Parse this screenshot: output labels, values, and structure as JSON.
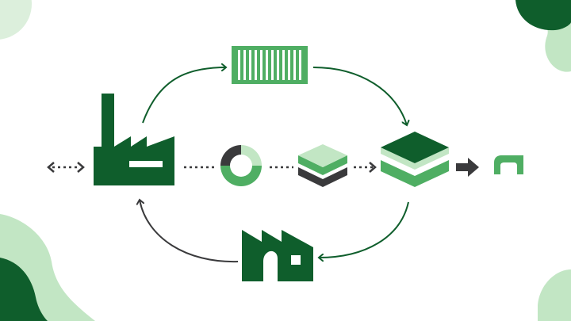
{
  "colors": {
    "dark_green": "#0f5e2c",
    "mid_green": "#4fae63",
    "light_green": "#c2e6c4",
    "pale_green": "#dcefdc",
    "charcoal": "#3a3a3c",
    "background": "#ffffff"
  },
  "icons": {
    "factory_main": "factory-icon",
    "container": "shipping-container-icon",
    "donut": "donut-chart-icon",
    "layers_small": "layer-stack-icon",
    "layers_large": "layer-stack-large-icon",
    "factory_small": "small-factory-icon",
    "logo": "brand-logo-icon"
  },
  "donut_segments": [
    0.25,
    0.5,
    0.25
  ]
}
